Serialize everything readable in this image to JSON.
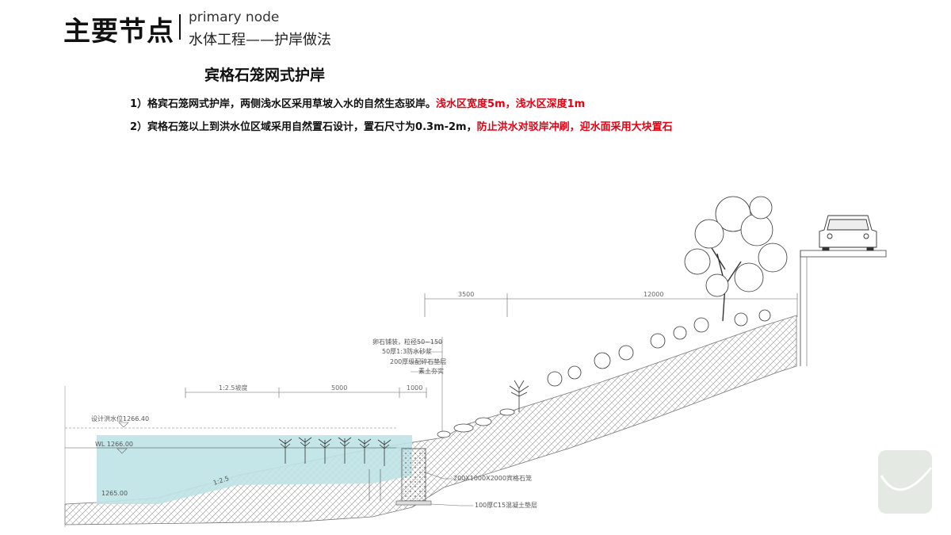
{
  "header": {
    "title": "主要节点",
    "subtitle_en": "primary node",
    "subtitle_cn": "水体工程——护岸做法"
  },
  "section_title": "宾格石笼网式护岸",
  "notes": [
    {
      "prefix": "1）格宾石笼网式护岸，两侧浅水区采用草坡入水的自然生态驳岸。",
      "highlight": "浅水区宽度5m，浅水区深度1m"
    },
    {
      "prefix": "2）宾格石笼以上到洪水位区域采用自然置石设计，置石尺寸为0.3m-2m，",
      "highlight": "防止洪水对驳岸冲刷，迎水面采用大块置石"
    }
  ],
  "dimensions": {
    "upper": [
      "3500",
      "12000"
    ],
    "lower": [
      "1:2.5坡度",
      "5000",
      "1000"
    ]
  },
  "water_levels": {
    "flood": "设计洪水位1266.40",
    "normal": "WL 1266.00",
    "bottom": "1265.00"
  },
  "slope_text": "1:2.5",
  "layer_labels": [
    "卵石铺装，粒径50~150",
    "50厚1:3防水砂浆",
    "200厚级配碎石垫层",
    "素土夯实"
  ],
  "gabion_labels": [
    "200X1000X2000宾格石笼",
    "100厚C15混凝土垫层"
  ],
  "colors": {
    "water": "#bfe3e6",
    "highlight": "#e60012"
  }
}
